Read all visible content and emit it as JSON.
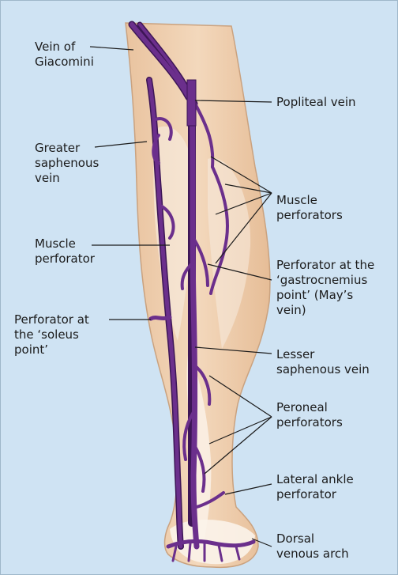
{
  "diagram": {
    "labels": {
      "vein_of_giacomini": [
        "Vein of",
        "Giacomini"
      ],
      "popliteal_vein": [
        "Popliteal vein"
      ],
      "greater_saphenous_vein": [
        "Greater",
        "saphenous",
        "vein"
      ],
      "muscle_perforators": [
        "Muscle",
        "perforators"
      ],
      "muscle_perforator": [
        "Muscle",
        "perforator"
      ],
      "gastrocnemius_perforator": [
        "Perforator at the",
        "‘gastrocnemius",
        "point’ (May’s",
        "vein)"
      ],
      "soleus_perforator": [
        "Perforator at",
        "the ‘soleus",
        "point’"
      ],
      "lesser_saphenous_vein": [
        "Lesser",
        "saphenous vein"
      ],
      "peroneal_perforators": [
        "Peroneal",
        "perforators"
      ],
      "lateral_ankle_perforator": [
        "Lateral ankle",
        "perforator"
      ],
      "dorsal_venous_arch": [
        "Dorsal",
        "venous arch"
      ]
    }
  },
  "colors": {
    "background": "#cfe3f3",
    "skin": "#f0d3b3",
    "muscle_highlight": "#f7e9dc",
    "vein": "#6b2f8c",
    "vein_outline": "#3d1656",
    "leader_line": "#1b1b1b"
  }
}
